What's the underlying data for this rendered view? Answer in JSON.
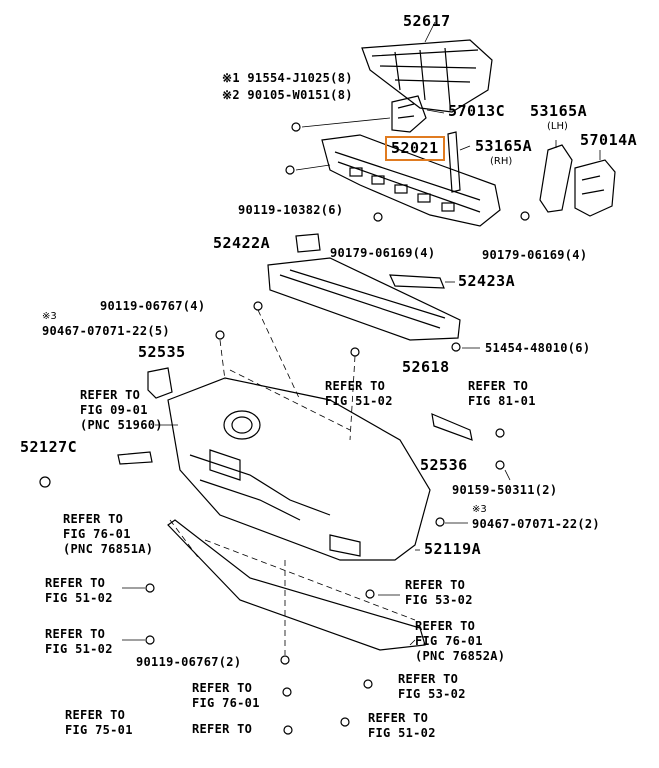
{
  "part_numbers": {
    "p52617": "52617",
    "p57013c": "57013C",
    "p53165a_rh": "53165A",
    "p53165a_lh": "53165A",
    "p57014a": "57014A",
    "p52021": "52021",
    "p52422a": "52422A",
    "p52423a": "52423A",
    "p52535": "52535",
    "p52618": "52618",
    "p52127c": "52127C",
    "p52536": "52536",
    "p52119a": "52119A"
  },
  "side_marks": {
    "lh": "(LH)",
    "rh": "(RH)"
  },
  "fasteners": {
    "f1": "※1 91554-J1025(8)",
    "f2": "※2 90105-W0151(8)",
    "f3": "90119-10382(6)",
    "f4": "90179-06169(4)",
    "f5": "90179-06169(4)",
    "f6": "90119-06767(4)",
    "f7_mark": "※3",
    "f7": "90467-07071-22(5)",
    "f8": "51454-48010(6)",
    "f9": "90159-50311(2)",
    "f10_mark": "※3",
    "f10": "90467-07071-22(2)",
    "f11": "90119-06767(2)"
  },
  "refer": {
    "r1": [
      "REFER TO",
      "FIG 09-01",
      "(PNC 51960)"
    ],
    "r2": [
      "REFER TO",
      "FIG 51-02"
    ],
    "r3": [
      "REFER TO",
      "FIG 81-01"
    ],
    "r4": [
      "REFER TO",
      "FIG 76-01",
      "(PNC 76851A)"
    ],
    "r5": [
      "REFER TO",
      "FIG 51-02"
    ],
    "r6": [
      "REFER TO",
      "FIG 53-02"
    ],
    "r7": [
      "REFER TO",
      "FIG 51-02"
    ],
    "r8": [
      "REFER TO",
      "FIG 76-01",
      "(PNC 76852A)"
    ],
    "r9": [
      "REFER TO",
      "FIG 76-01"
    ],
    "r10": [
      "REFER TO",
      "FIG 53-02"
    ],
    "r11": [
      "REFER TO",
      "FIG 75-01"
    ],
    "r12": [
      "REFER TO"
    ],
    "r13": [
      "REFER TO",
      "FIG 51-02"
    ]
  },
  "colors": {
    "highlight": "#e07b20",
    "ink": "#000000"
  }
}
